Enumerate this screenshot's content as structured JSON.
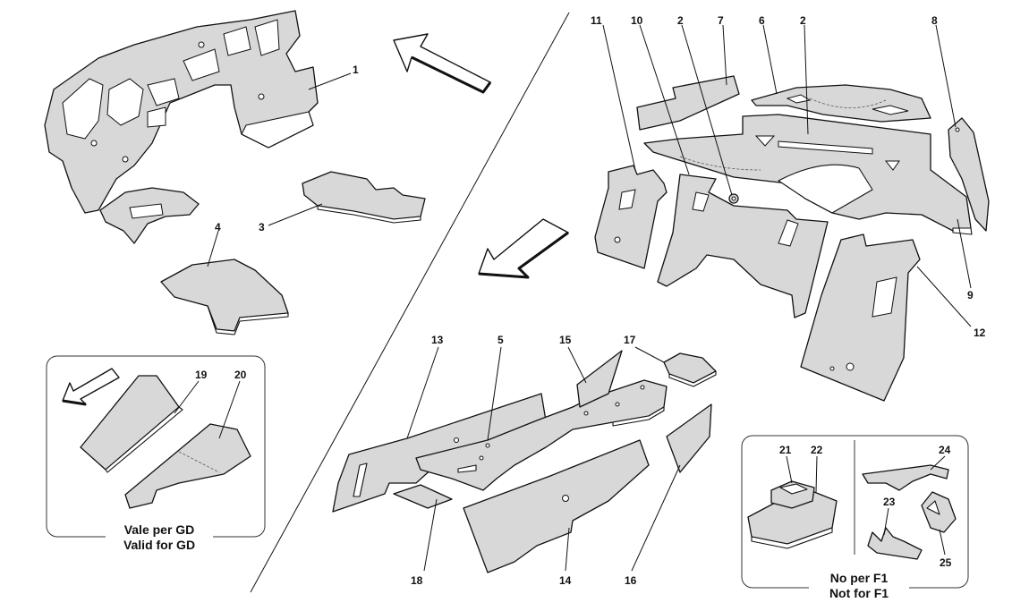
{
  "callouts": {
    "c1": "1",
    "c2a": "2",
    "c2b": "2",
    "c3": "3",
    "c4": "4",
    "c5": "5",
    "c6": "6",
    "c7": "7",
    "c8": "8",
    "c9": "9",
    "c10": "10",
    "c11": "11",
    "c12": "12",
    "c13": "13",
    "c14": "14",
    "c15": "15",
    "c16": "16",
    "c17": "17",
    "c18": "18",
    "c19": "19",
    "c20": "20",
    "c21": "21",
    "c22": "22",
    "c23": "23",
    "c24": "24",
    "c25": "25"
  },
  "notes": {
    "gd": {
      "line1": "Vale per GD",
      "line2": "Valid for GD"
    },
    "f1": {
      "line1": "No per F1",
      "line2": "Not for F1"
    }
  },
  "colors": {
    "part_fill": "#d8d8d8",
    "outline": "#111111",
    "background": "#ffffff"
  }
}
